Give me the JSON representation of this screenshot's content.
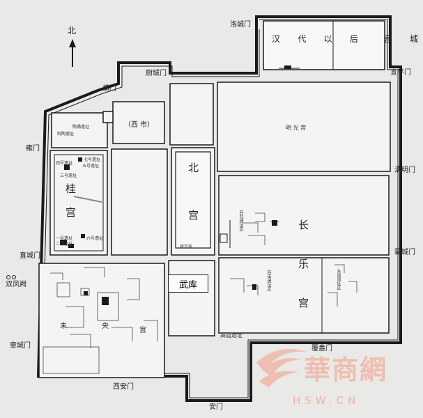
{
  "north": "北",
  "gates": {
    "luocheng": "洛城门",
    "chucheng": "厨城门",
    "heng": "横门",
    "xuanping": "宣平门",
    "yong": "雍门",
    "qingming": "清明门",
    "zhicheng": "直城门",
    "bacheng": "霸城门",
    "zhangcheng": "章城门",
    "xian": "西安门",
    "an": "安门",
    "fuang": "覆盎门"
  },
  "areas": {
    "hanpalace": [
      "汉",
      "代",
      "以",
      "后",
      "宫",
      "城"
    ],
    "xishi": "（西 市）",
    "mingguang": "明 光 宫",
    "beigong": "北",
    "beigong2": "宫",
    "guigong": "桂",
    "guigong2": "宫",
    "changle1": "长",
    "changle2": "乐",
    "changle3": "宫",
    "weiyang1": "未",
    "weiyang2": "央",
    "weiyang3": "宫",
    "wuku": "武库",
    "shuangfeng": "双凤阙",
    "gaomiao": "高庙遗址"
  },
  "sites": {
    "s7": "七号遗址",
    "s4": "四号遗址",
    "s5": "五号遗址",
    "s3": "三号遗址",
    "s1": "一号遗址",
    "s2": "二号遗址",
    "s6": "六号遗址",
    "taoyao": "陶俑遗址",
    "zhitao": "制陶遗址",
    "zhuanwa": "砖瓦窑",
    "xibei": "西北遗址区",
    "xinan": "西南遗址区",
    "dongnan": "东南遗址区"
  },
  "watermark": {
    "brand": "華商網",
    "url": "HSW.CN"
  },
  "colors": {
    "wall": "#1a1a1a",
    "bg": "#e9e9e7",
    "watermark": "#f0b7a8"
  }
}
